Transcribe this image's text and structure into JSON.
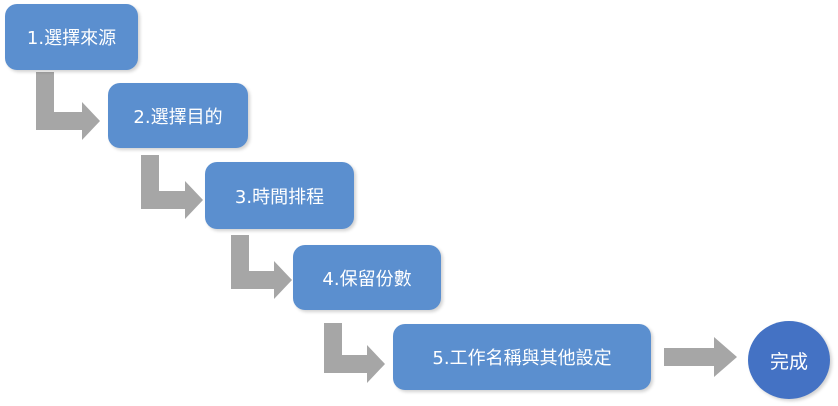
{
  "steps": [
    {
      "label": "1.選擇來源"
    },
    {
      "label": "2.選擇目的"
    },
    {
      "label": "3.時間排程"
    },
    {
      "label": "4.保留份數"
    },
    {
      "label": "5.工作名稱與其他設定"
    }
  ],
  "done_label": "完成",
  "colors": {
    "step_fill": "#5b8fcf",
    "done_fill": "#4472c4",
    "arrow_fill": "#a6a6a6",
    "text": "#ffffff"
  }
}
